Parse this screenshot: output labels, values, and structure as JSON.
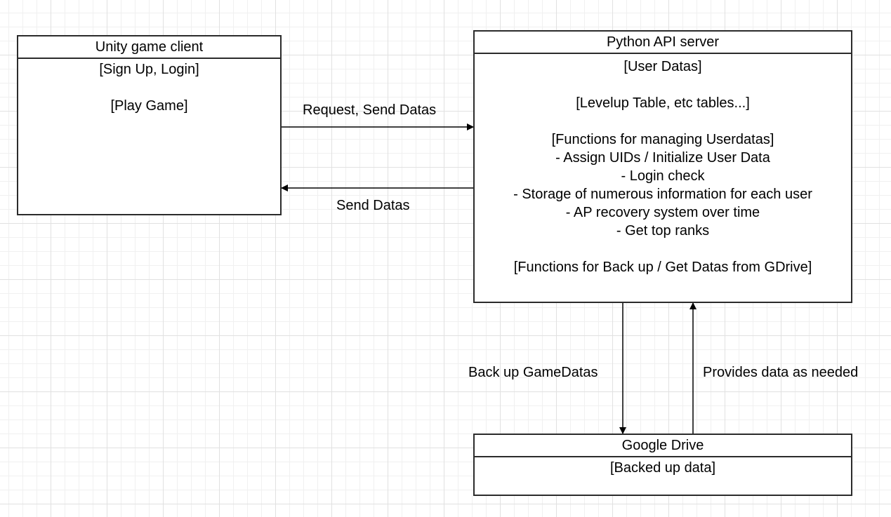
{
  "nodes": {
    "client": {
      "title": "Unity game client",
      "lines": [
        "[Sign Up, Login]",
        "",
        "[Play Game]"
      ]
    },
    "server": {
      "title": "Python API server",
      "lines": [
        "[User Datas]",
        "",
        "[Levelup Table, etc tables...]",
        "",
        "[Functions for managing Userdatas]",
        "- Assign UIDs / Initialize User Data",
        "- Login check",
        "- Storage of numerous information for each user",
        "- AP recovery system over time",
        "- Get top ranks",
        "",
        "[Functions for Back up / Get Datas from GDrive]"
      ]
    },
    "drive": {
      "title": "Google Drive",
      "lines": [
        "[Backed up data]"
      ]
    }
  },
  "edges": {
    "client_to_server": "Request, Send Datas",
    "server_to_client": "Send Datas",
    "server_to_drive": "Back up GameDatas",
    "drive_to_server": "Provides data as needed"
  }
}
